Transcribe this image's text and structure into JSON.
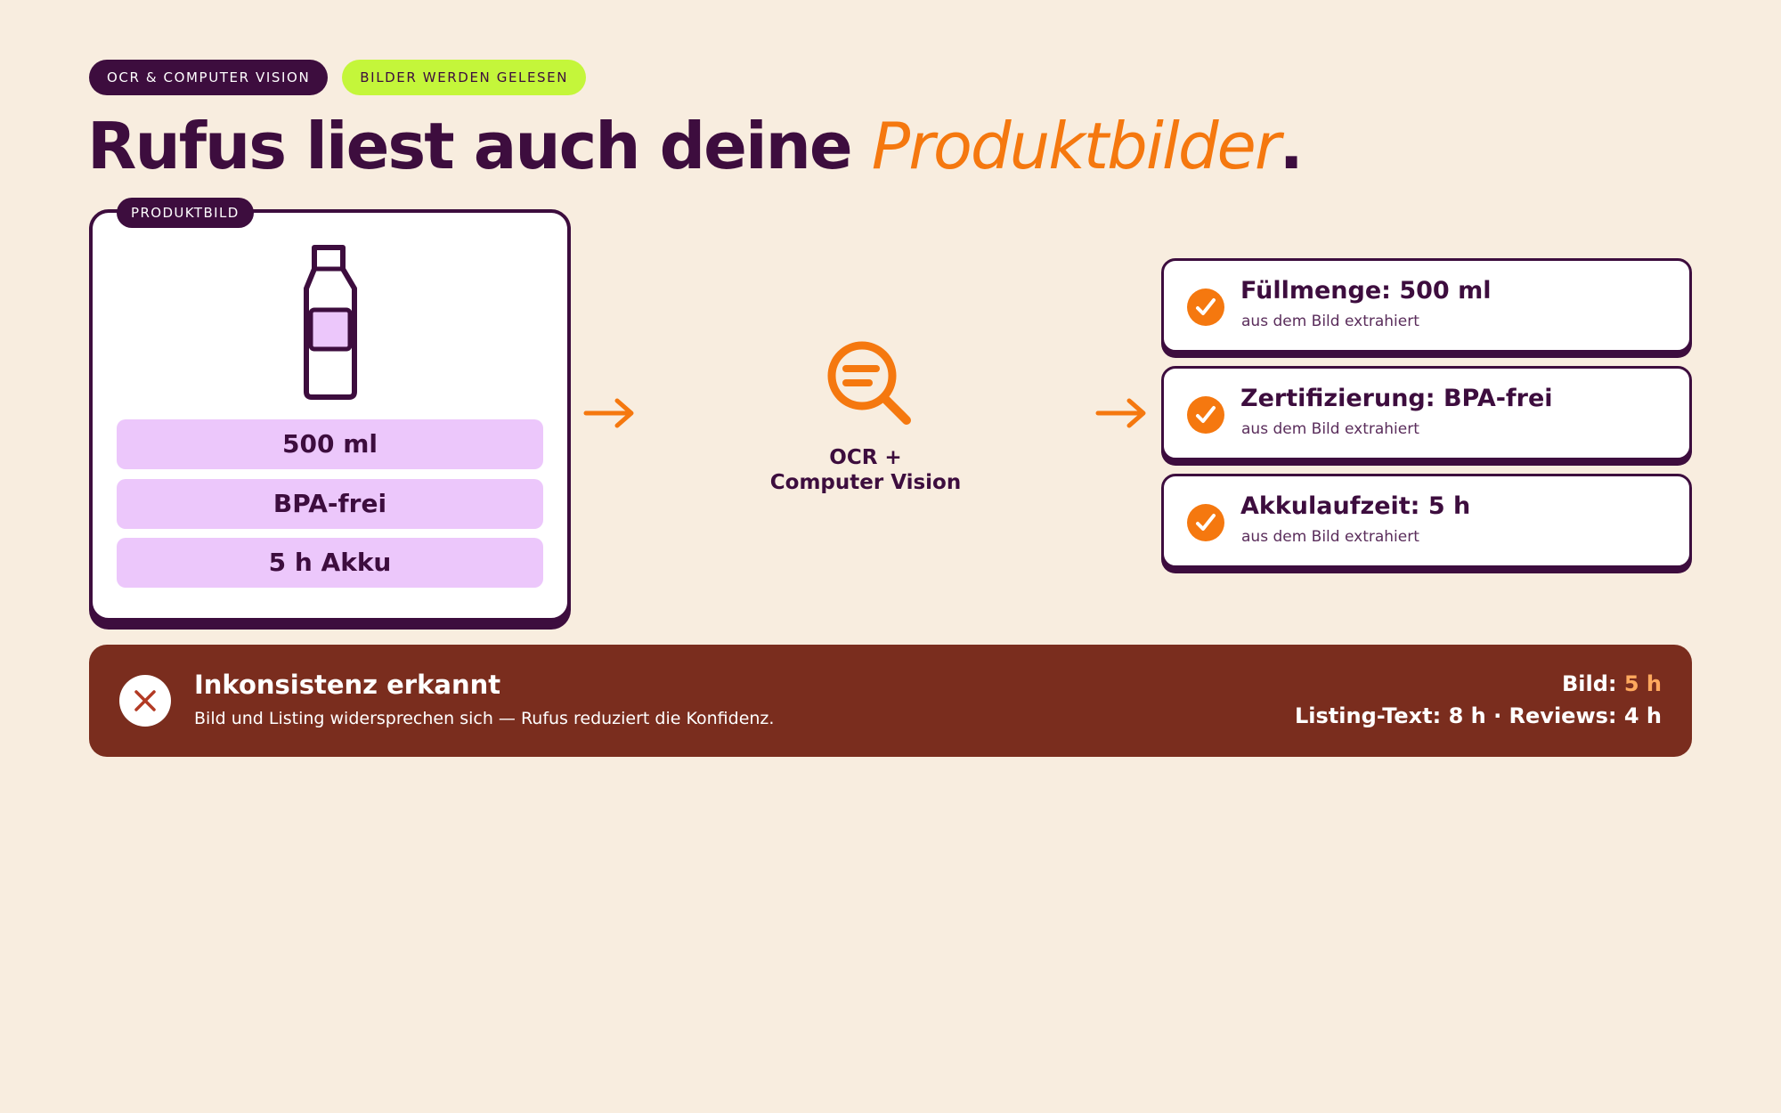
{
  "chips": [
    "OCR & COMPUTER VISION",
    "BILDER WERDEN GELESEN"
  ],
  "headline": {
    "main": "Rufus liest auch deine ",
    "accent": "Produktbilder",
    "end": "."
  },
  "product_card": {
    "tag": "PRODUKTBILD",
    "icon": "bottle-icon",
    "labels": [
      "500 ml",
      "BPA-frei",
      "5 h Akku"
    ]
  },
  "processor": {
    "icon": "magnifier-icon",
    "line1": "OCR +",
    "line2": "Computer Vision"
  },
  "results": [
    {
      "title": "Füllmenge: 500 ml",
      "sub": "aus dem Bild extrahiert"
    },
    {
      "title": "Zertifizierung: BPA-frei",
      "sub": "aus dem Bild extrahiert"
    },
    {
      "title": "Akkulaufzeit: 5 h",
      "sub": "aus dem Bild extrahiert"
    }
  ],
  "alert": {
    "icon": "close-icon",
    "title": "Inkonsistenz erkannt",
    "sub": "Bild und Listing widersprechen sich — Rufus reduziert die Konfidenz.",
    "image_label": "Bild:",
    "image_value": "5 h",
    "listing_line": "Listing-Text: 8 h · Reviews: 4 h"
  },
  "colors": {
    "background": "#f8eddf",
    "dark": "#3d0d3e",
    "orange": "#f5780f",
    "lime": "#c4f63a",
    "lavender": "#ecc7fb",
    "alert": "#7a2d1e"
  }
}
